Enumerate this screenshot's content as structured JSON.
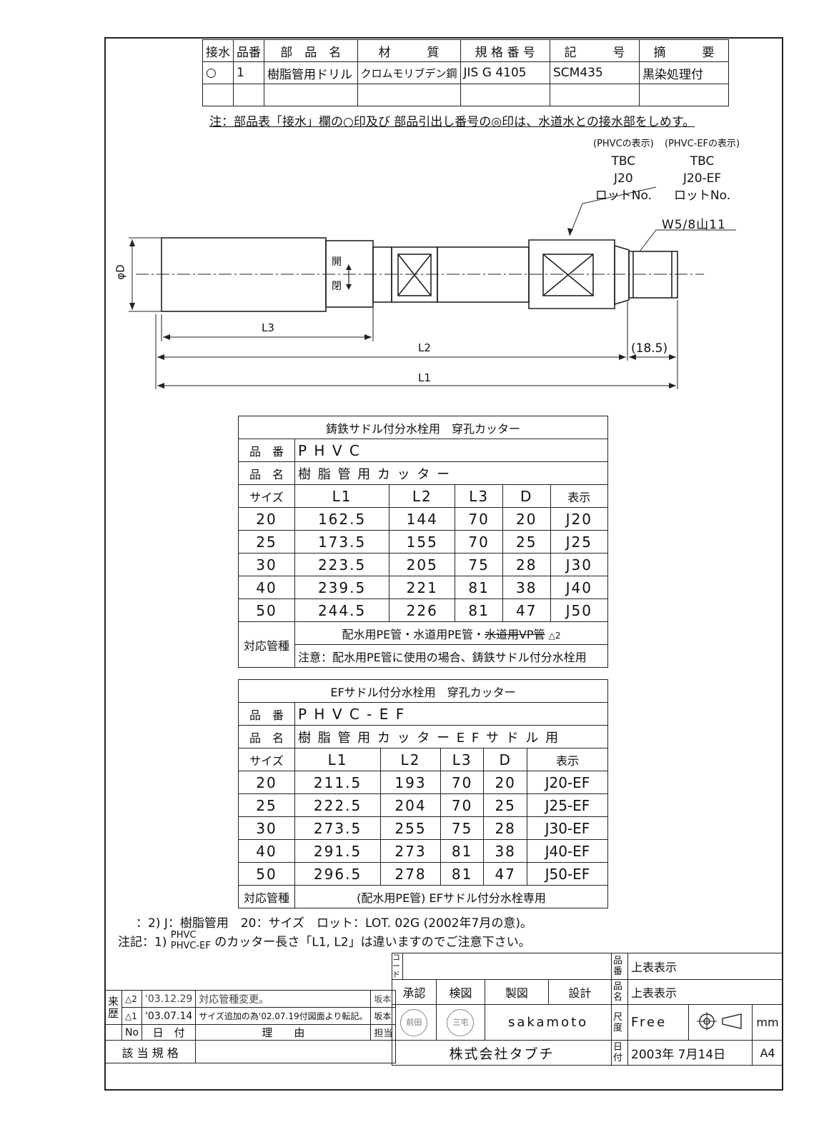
{
  "parts_table": {
    "headers": [
      "接水",
      "品番",
      "部　品　名",
      "材　　　質",
      "規 格 番 号",
      "記　　　号",
      "摘　　　要"
    ],
    "rows": [
      [
        "○",
        "1",
        "樹脂管用ドリル",
        "クロムモリブデン鋼",
        "JIS G 4105",
        "SCM435",
        "黒染処理付"
      ]
    ]
  },
  "note_top": "注：部品表「接水」欄の○印及び 部品引出し番号の◎印は、水道水との接水部をしめす。",
  "drawing": {
    "marking_phvc": {
      "title": "(PHVCの表示)",
      "lines": [
        "TBC",
        "J20",
        "ロットNo."
      ]
    },
    "marking_phvc_ef": {
      "title": "(PHVC-EFの表示)",
      "lines": [
        "TBC",
        "J20-EF",
        "ロットNo."
      ]
    },
    "thread": "W5/8山11",
    "dim_d": "φD",
    "dim_l3": "L3",
    "dim_l2": "L2",
    "dim_l1": "L1",
    "dim_185": "(18.5)",
    "open_label": "開",
    "close_label": "閉"
  },
  "table1": {
    "title": "鋳鉄サドル付分水栓用　穿孔カッター",
    "hinban_label": "品　番",
    "hinban": "P H V C",
    "hinmei_label": "品　名",
    "hinmei": "樹 脂 管 用 カ ッ タ ー",
    "columns": [
      "サイズ",
      "L1",
      "L2",
      "L3",
      "D",
      "表示"
    ],
    "rows": [
      [
        "20",
        "162.5",
        "144",
        "70",
        "20",
        "J20"
      ],
      [
        "25",
        "173.5",
        "155",
        "70",
        "25",
        "J25"
      ],
      [
        "30",
        "223.5",
        "205",
        "75",
        "28",
        "J30"
      ],
      [
        "40",
        "239.5",
        "221",
        "81",
        "38",
        "J40"
      ],
      [
        "50",
        "244.5",
        "226",
        "81",
        "47",
        "J50"
      ]
    ],
    "pipe_label": "対応管種",
    "pipe_line1": "配水用PE管・水道用PE管・",
    "pipe_line1_struck": "水道用VP管",
    "pipe_line1_rev": "2",
    "pipe_line2": "注意：配水用PE管に使用の場合、鋳鉄サドル付分水栓用"
  },
  "table2": {
    "title": "EFサドル付分水栓用　穿孔カッター",
    "hinban_label": "品　番",
    "hinban": "P H V C - E F",
    "hinmei_label": "品　名",
    "hinmei": "樹 脂 管 用 カ ッ タ ー E F サ ド ル 用",
    "columns": [
      "サイズ",
      "L1",
      "L2",
      "L3",
      "D",
      "表示"
    ],
    "rows": [
      [
        "20",
        "211.5",
        "193",
        "70",
        "20",
        "J20-EF"
      ],
      [
        "25",
        "222.5",
        "204",
        "70",
        "25",
        "J25-EF"
      ],
      [
        "30",
        "273.5",
        "255",
        "75",
        "28",
        "J30-EF"
      ],
      [
        "40",
        "291.5",
        "273",
        "81",
        "38",
        "J40-EF"
      ],
      [
        "50",
        "296.5",
        "278",
        "81",
        "47",
        "J50-EF"
      ]
    ],
    "pipe_label": "対応管種",
    "pipe_text": "(配水用PE管) EFサドル付分水栓専用"
  },
  "notes": {
    "note2": "：2) J：樹脂管用　20：サイズ　ロット：LOT. 02G (2002年7月の意)。",
    "note1_prefix": "注記：1)",
    "note1_models_a": "PHVC",
    "note1_models_b": "PHVC-EF",
    "note1_text": "のカッター長さ「L1, L2」は違いますのでご注意下さい。"
  },
  "revisions": {
    "label": "来歴",
    "rows": [
      {
        "no": "2",
        "date": "'03.12.29",
        "reason": "対応管種変更。",
        "by": "坂本"
      },
      {
        "no": "1",
        "date": "'03.07.14",
        "reason": "サイズ追加の為'02.07.19付図面より転記。",
        "by": "坂本"
      }
    ],
    "header_no": "No",
    "header_date": "日　付",
    "header_reason": "理　　由",
    "header_by": "担当",
    "standard_label": "該 当 規 格"
  },
  "title_block": {
    "code_label": "コード",
    "approve": "承認",
    "inspect": "検図",
    "draw": "製図",
    "design": "設計",
    "stamp1": "前田",
    "stamp2": "三宅",
    "designer": "sakamoto",
    "hinban_label": "品番",
    "hinban_value": "上表表示",
    "hinmei_label": "品名",
    "hinmei_value": "上表表示",
    "scale_label": "尺度",
    "scale_value": "Free",
    "unit": "mm",
    "date_label": "日付",
    "date_value": "2003年 7月14日",
    "paper": "A4",
    "company": "株式会社タブチ"
  }
}
